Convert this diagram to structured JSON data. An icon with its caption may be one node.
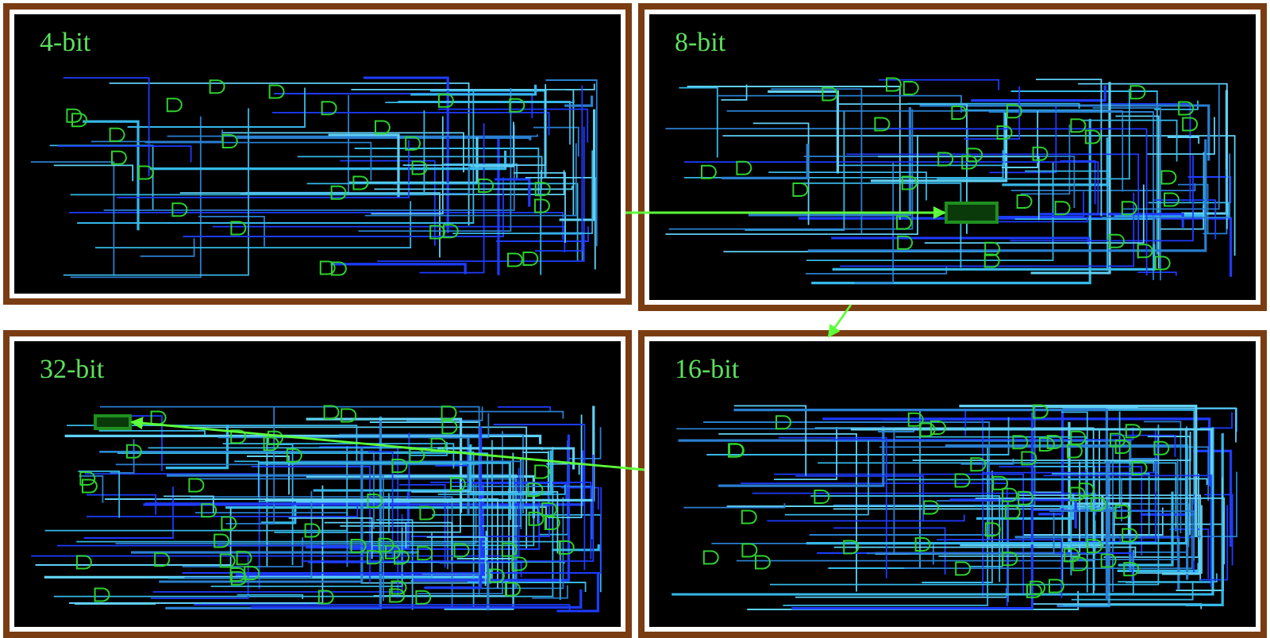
{
  "diagram": {
    "nodes": [
      {
        "text": [
          "4-bit"
        ]
      },
      {
        "text": [
          "8-bit"
        ]
      },
      {
        "text": [],
        "shape": "box",
        "in": 1
      },
      {
        "text": [
          "32-bit"
        ]
      },
      {
        "text": [],
        "shape": "box",
        "in": 3
      },
      {
        "text": [
          "16-bit"
        ]
      }
    ],
    "edges": [
      {
        "from": 0,
        "to": 2,
        "arrow": "to"
      },
      {
        "from": 1,
        "to": 5,
        "arrow": "to"
      },
      {
        "from": 5,
        "to": 4,
        "arrow": "to"
      }
    ]
  }
}
